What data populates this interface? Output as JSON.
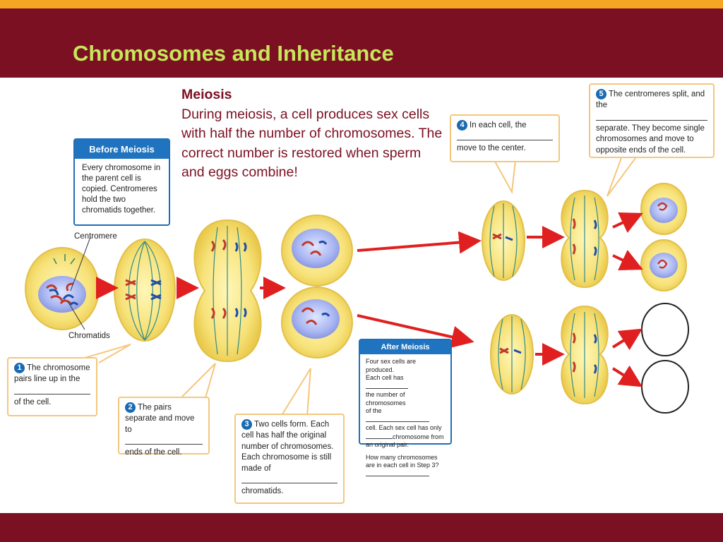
{
  "header": {
    "title": "Chromosomes and Inheritance"
  },
  "meiosis": {
    "title": "Meiosis",
    "body": "During meiosis, a cell produces sex cells with half the number of chromosomes. The correct number is restored when sperm and eggs combine!"
  },
  "before_meiosis": {
    "title": "Before Meiosis",
    "body": "Every chromosome in the parent cell is copied. Centromeres hold the two chromatids together."
  },
  "labels": {
    "centromere": "Centromere",
    "chromatids": "Chromatids"
  },
  "steps": [
    {
      "num": "1",
      "text_a": "The chromosome pairs line up in the",
      "text_b": "of the cell."
    },
    {
      "num": "2",
      "text_a": "The pairs separate and move to",
      "text_b": "ends of the cell."
    },
    {
      "num": "3",
      "text_a": "Two cells form. Each cell has half the original number of chromosomes. Each chromosome is still made of",
      "text_b": "chromatids."
    },
    {
      "num": "4",
      "text_a": "In each cell, the",
      "text_b": "move to the center."
    },
    {
      "num": "5",
      "text_a": "The centromeres split, and the",
      "text_b": "separate. They become single chromosomes and move to opposite ends of the cell."
    }
  ],
  "after_meiosis": {
    "title": "After Meiosis",
    "line1": "Four sex cells are produced.",
    "line2a": "Each cell has",
    "line2b": "the number of chromosomes",
    "line2c": "of the",
    "line3a": "cell. Each sex cell has only",
    "line3b": "chromosome from",
    "line3c": "an original pair.",
    "question": "How many chromosomes are in each cell in Step 3?"
  },
  "colors": {
    "header": "#7b1022",
    "stripe": "#f5a623",
    "title": "#c6e85a",
    "accent_blue": "#2074bf",
    "arrow": "#e02020",
    "cell_fill": "#f7e27a"
  },
  "icons": [
    "arrow-right-icon"
  ]
}
